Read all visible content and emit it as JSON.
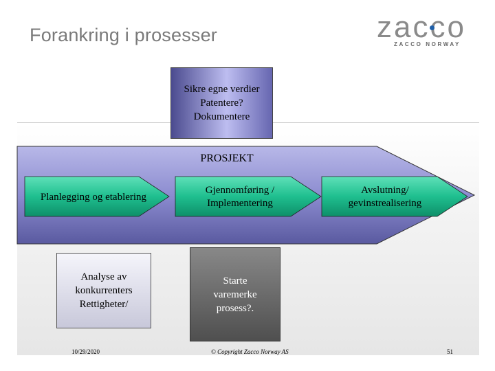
{
  "slide": {
    "title": "Forankring i prosesser"
  },
  "logo": {
    "wordmark": "zacco",
    "subtitle": "ZACCO NORWAY"
  },
  "diagram": {
    "top_box": {
      "line1": "Sikre egne verdier",
      "line2": "Patentere?",
      "line3": "Dokumentere"
    },
    "project_label": "PROSJEKT",
    "phases": [
      {
        "line1": "Planlegging og etablering",
        "line2": ""
      },
      {
        "line1": "Gjennomføring /",
        "line2": "Implementering"
      },
      {
        "line1": "Avslutning/",
        "line2": "gevinstrealisering"
      }
    ],
    "analyse_box": {
      "line1": "Analyse av",
      "line2": "konkurrenters",
      "line3": "Rettigheter/"
    },
    "starte_box": {
      "line1": "Starte",
      "line2": "varemerke",
      "line3": "prosess?."
    }
  },
  "footer": {
    "date": "10/29/2020",
    "copyright": "© Copyright Zacco Norway AS",
    "page_number": "51"
  },
  "colors": {
    "title_gray": "#7a7a7a",
    "project_arrow": "#8a8ac8",
    "phase_green": "#22c49a",
    "logo_dot": "#1f5fa8"
  }
}
